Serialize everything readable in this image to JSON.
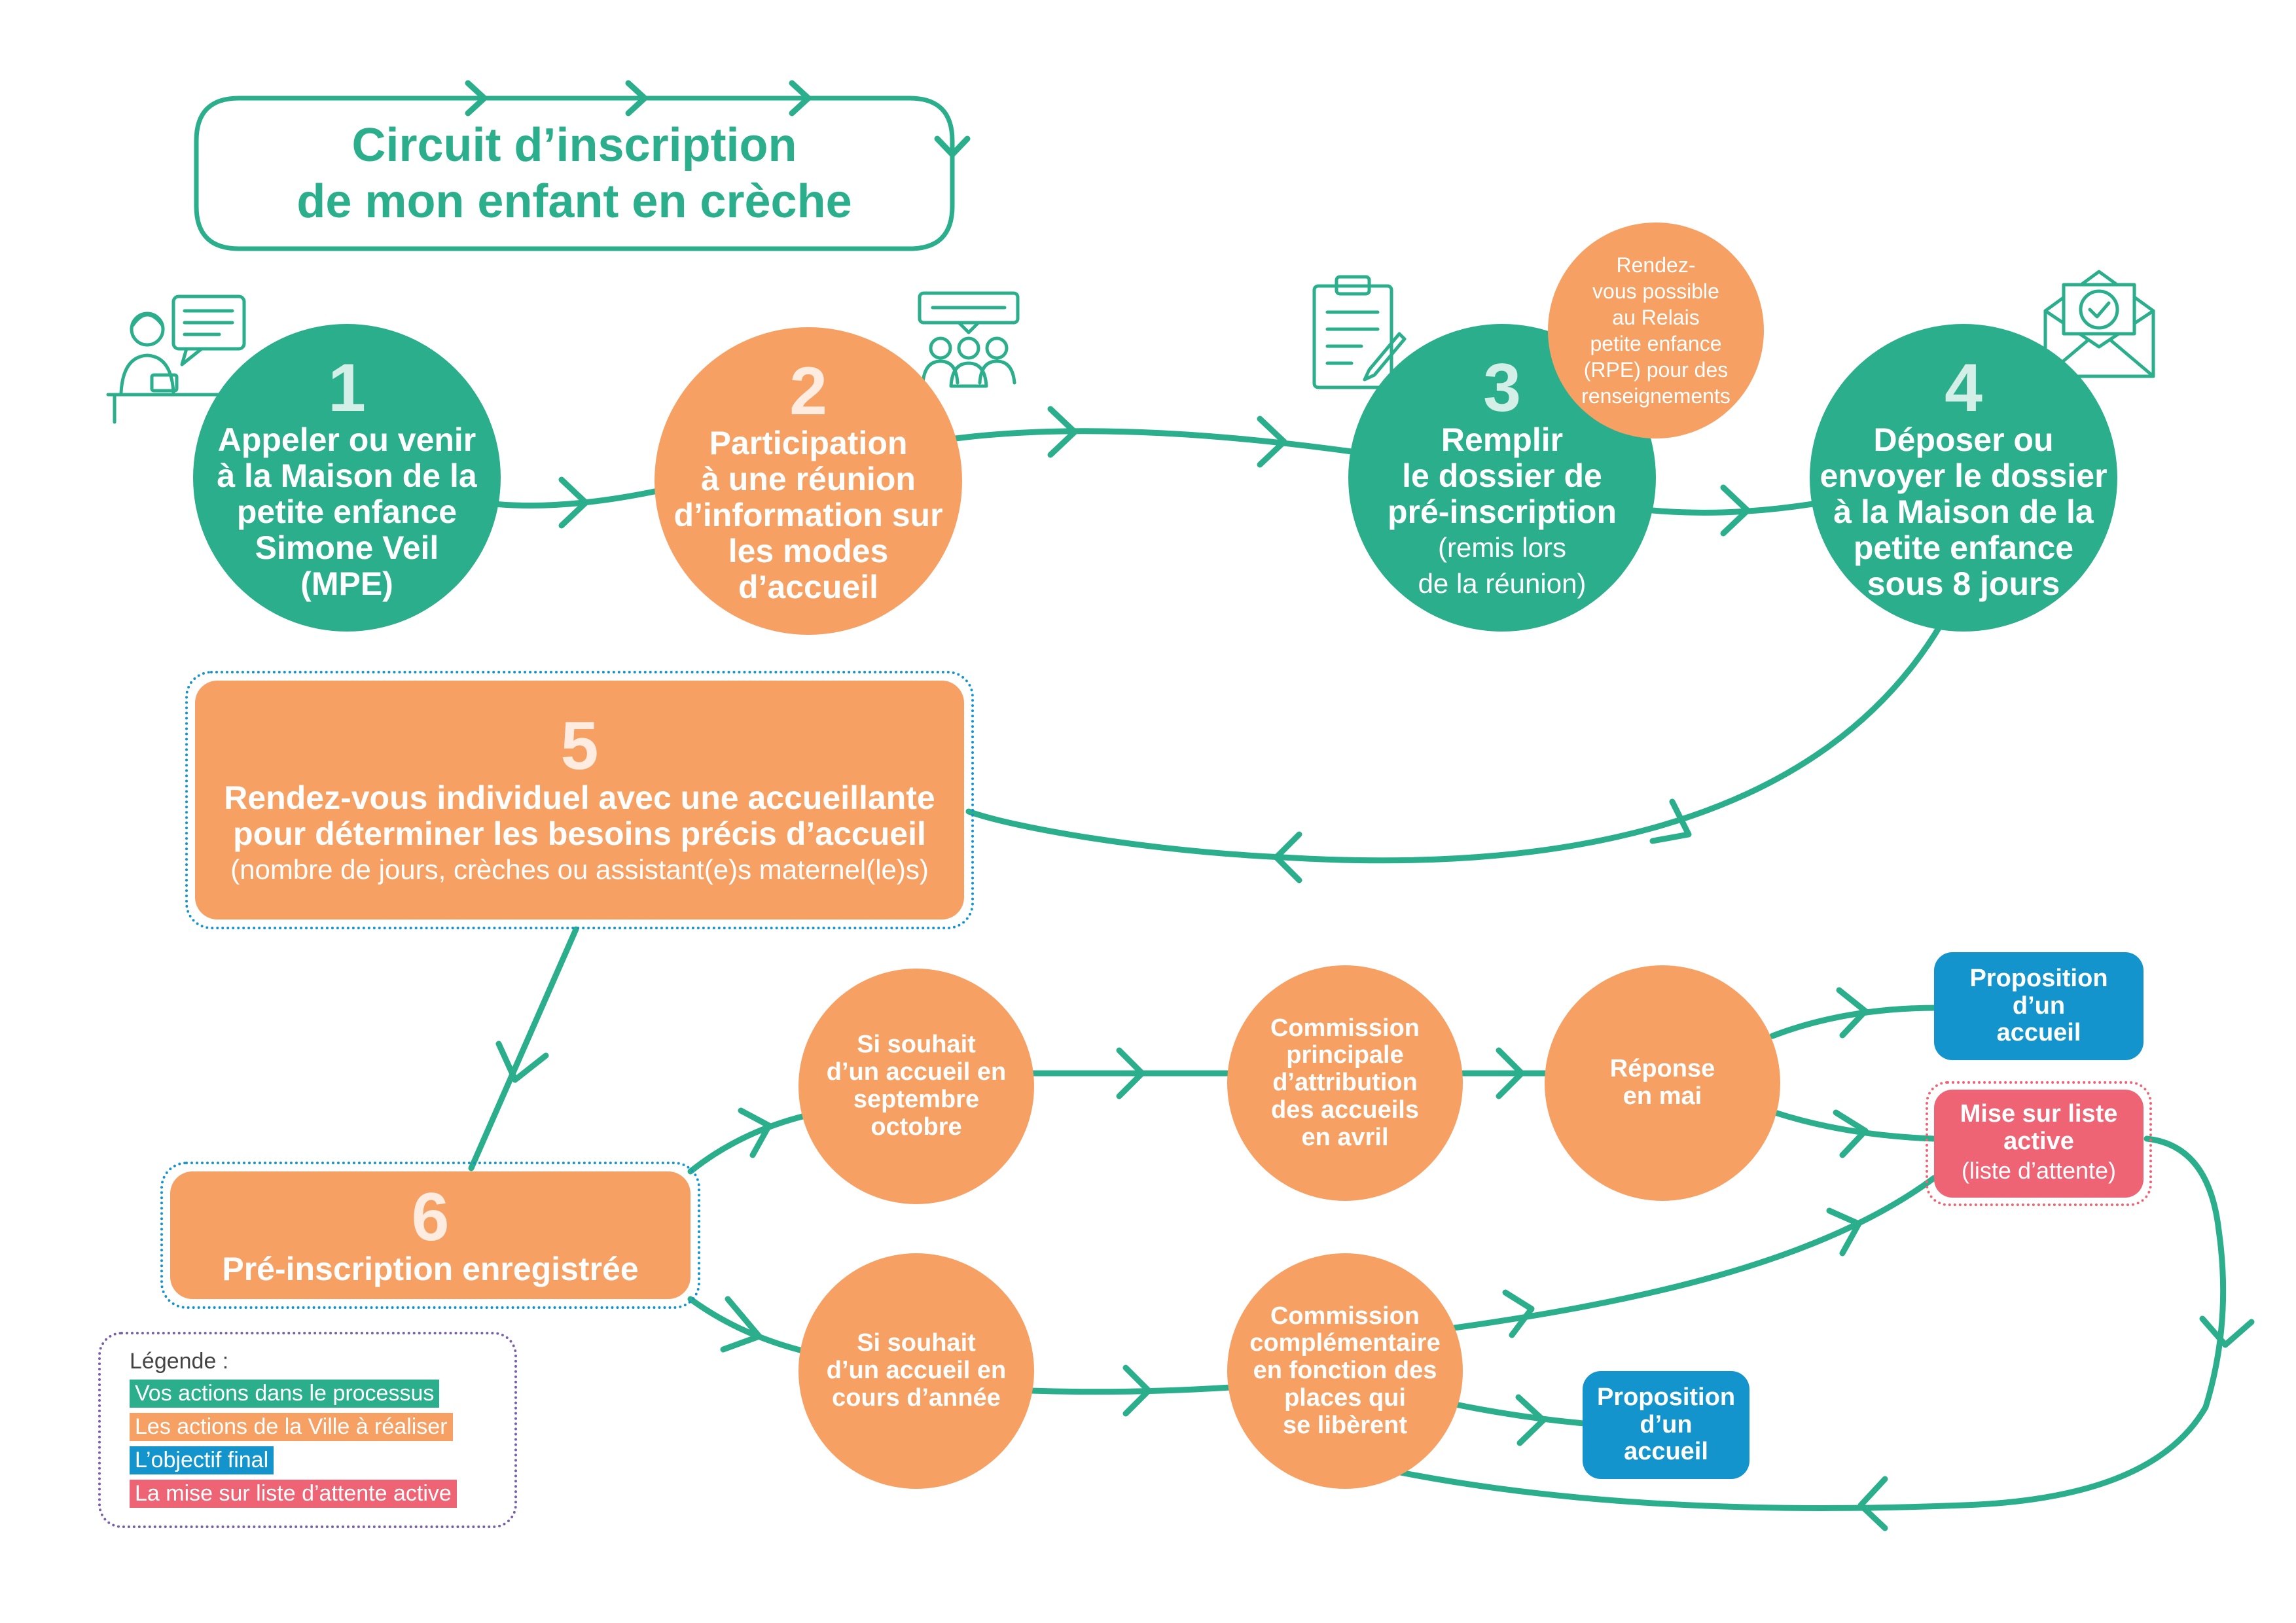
{
  "title": {
    "line1": "Circuit d’inscription",
    "line2": "de mon enfant en crèche"
  },
  "colors": {
    "green": "#2aae8c",
    "orange": "#f7a064",
    "blue": "#1494cd",
    "pink": "#ef6475"
  },
  "steps": {
    "s1": {
      "num": "1",
      "line1": "Appeler ou venir",
      "line2": "à la Maison de la",
      "line3": "petite enfance",
      "line4": "Simone Veil",
      "line5": "(MPE)",
      "icon": "reception-person-icon"
    },
    "s2": {
      "num": "2",
      "line1": "Participation",
      "line2": "à une réunion",
      "line3": "d’information sur",
      "line4": "les modes",
      "line5": "d’accueil",
      "icon": "meeting-icon"
    },
    "s3": {
      "num": "3",
      "line1": "Remplir",
      "line2": "le dossier de",
      "line3": "pré-inscription",
      "note1": "(remis lors",
      "note2": "de la réunion)",
      "icon": "clipboard-icon"
    },
    "s3_bubble": {
      "line1": "Rendez-",
      "line2": "vous possible",
      "line3": "au Relais",
      "line4": "petite enfance",
      "line5": "(RPE) pour des",
      "line6": "renseignements"
    },
    "s4": {
      "num": "4",
      "line1": "Déposer ou",
      "line2": "envoyer le dossier",
      "line3": "à la Maison de la",
      "line4": "petite enfance",
      "line5": "sous 8 jours",
      "icon": "envelope-check-icon"
    },
    "s5": {
      "num": "5",
      "line1": "Rendez-vous individuel avec une accueillante",
      "line2": "pour déterminer les besoins précis d’accueil",
      "note": "(nombre de jours, crèches ou assistant(e)s maternel(le)s)"
    },
    "s6": {
      "num": "6",
      "label": "Pré-inscription enregistrée"
    }
  },
  "branch_top": {
    "wish": {
      "line1": "Si souhait",
      "line2": "d’un accueil en",
      "line3": "septembre",
      "line4": "octobre"
    },
    "commission": {
      "line1": "Commission",
      "line2": "principale",
      "line3": "d’attribution",
      "line4": "des accueils",
      "line5": "en avril"
    },
    "response": {
      "line1": "Réponse",
      "line2": "en mai"
    },
    "proposal": {
      "line1": "Proposition",
      "line2": "d’un",
      "line3": "accueil"
    },
    "waitlist": {
      "line1": "Mise sur liste",
      "line2": "active",
      "note": "(liste d’attente)"
    }
  },
  "branch_bottom": {
    "wish": {
      "line1": "Si souhait",
      "line2": "d’un accueil en",
      "line3": "cours d’année"
    },
    "commission": {
      "line1": "Commission",
      "line2": "complémentaire",
      "line3": "en fonction des",
      "line4": "places qui",
      "line5": "se libèrent"
    },
    "proposal": {
      "line1": "Proposition",
      "line2": "d’un",
      "line3": "accueil"
    }
  },
  "legend": {
    "title": "Légende :",
    "items": [
      {
        "label": "Vos actions dans le processus",
        "color": "#2aae8c"
      },
      {
        "label": "Les actions de la Ville à réaliser",
        "color": "#f7a064"
      },
      {
        "label": "L’objectif final",
        "color": "#1494cd"
      },
      {
        "label": "La mise sur liste d’attente active",
        "color": "#ef6475"
      }
    ]
  }
}
